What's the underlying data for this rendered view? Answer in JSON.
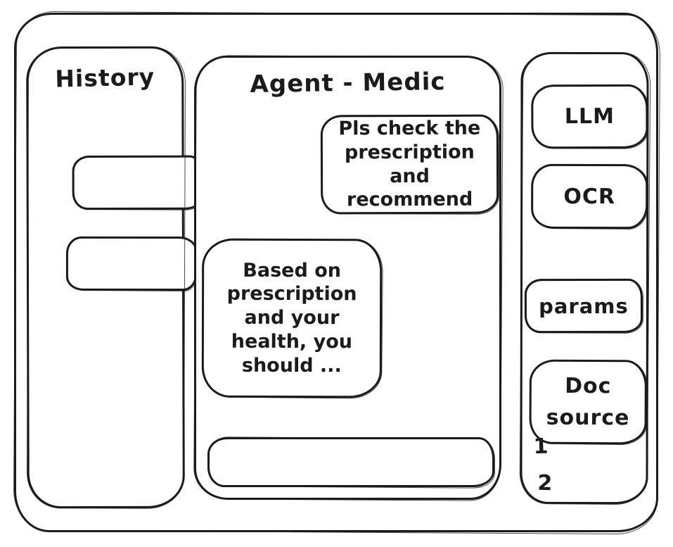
{
  "window": {
    "background_color": "#ffffff",
    "stroke_color": "#1b1b1b"
  },
  "history_panel": {
    "title": "History",
    "items": [
      {
        "label": ""
      },
      {
        "label": ""
      }
    ]
  },
  "chat_panel": {
    "title": "Agent - Medic",
    "messages": [
      {
        "role": "user",
        "text": "Pls check the prescription and recommend"
      },
      {
        "role": "assistant",
        "text": "Based on prescription and your health, you should ..."
      }
    ],
    "input": {
      "value": "",
      "placeholder": ""
    }
  },
  "tools_panel": {
    "buttons": [
      {
        "label": "LLM"
      },
      {
        "label": "OCR"
      },
      {
        "label": "params"
      },
      {
        "label": "Doc source"
      }
    ],
    "doc_source_list": [
      "1",
      "2"
    ]
  }
}
